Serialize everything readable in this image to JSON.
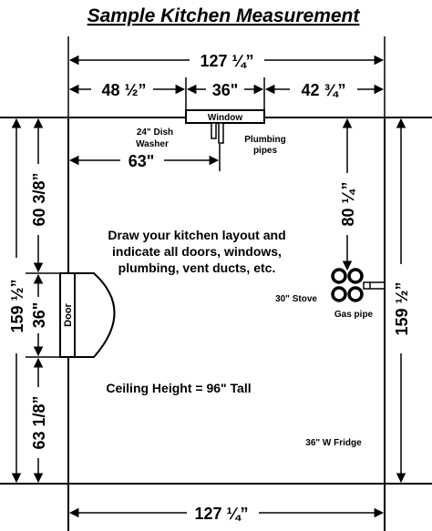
{
  "title": "Sample Kitchen Measurement",
  "dimensions": {
    "top_total": "127 ¼”",
    "top_left": "48 ½”",
    "top_window": "36\"",
    "top_right": "42 ¾”",
    "dishwasher_offset": "63\"",
    "left_full": "159 ½”",
    "left_upper": "60 3/8”",
    "left_door": "36\"",
    "left_lower": "63 1/8”",
    "right_full": "159 ½”",
    "right_stove_offset": "80 ¼”",
    "bottom_total": "127 ¼”"
  },
  "labels": {
    "window": "Window",
    "dishwasher_line1": "24\" Dish",
    "dishwasher_line2": "Washer",
    "plumbing_line1": "Plumbing",
    "plumbing_line2": "pipes",
    "door": "Door",
    "stove": "30\" Stove",
    "gas_pipe": "Gas pipe",
    "fridge": "36\" W Fridge",
    "ceiling": "Ceiling Height = 96\" Tall"
  },
  "instructions": [
    "Draw your kitchen layout and",
    "indicate all doors, windows,",
    "plumbing, vent ducts, etc."
  ]
}
